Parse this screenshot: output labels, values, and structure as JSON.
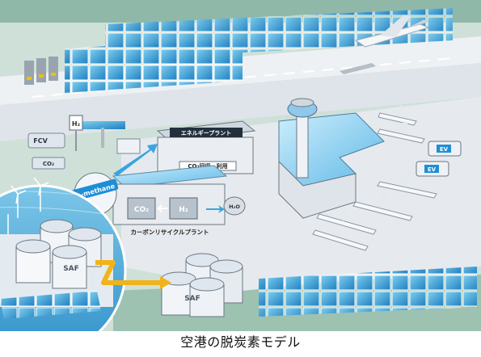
{
  "caption": "空港の脱炭素モデル",
  "labels": {
    "energy_plant": "エネルギープラント",
    "co2_capture": "CO₂回収・利用",
    "co2_tank": "CO₂",
    "h2_tank": "H₂",
    "h2o": "H₂O",
    "carbon_recycle_plant": "カーボンリサイクルプラント",
    "e_methane": "e-methane",
    "h2_sign": "H₂",
    "fcv": "FCV",
    "co2_truck": "CO₂",
    "ev_1": "EV",
    "ev_2": "EV",
    "saf_1": "SAF",
    "saf_2": "SAF"
  }
}
